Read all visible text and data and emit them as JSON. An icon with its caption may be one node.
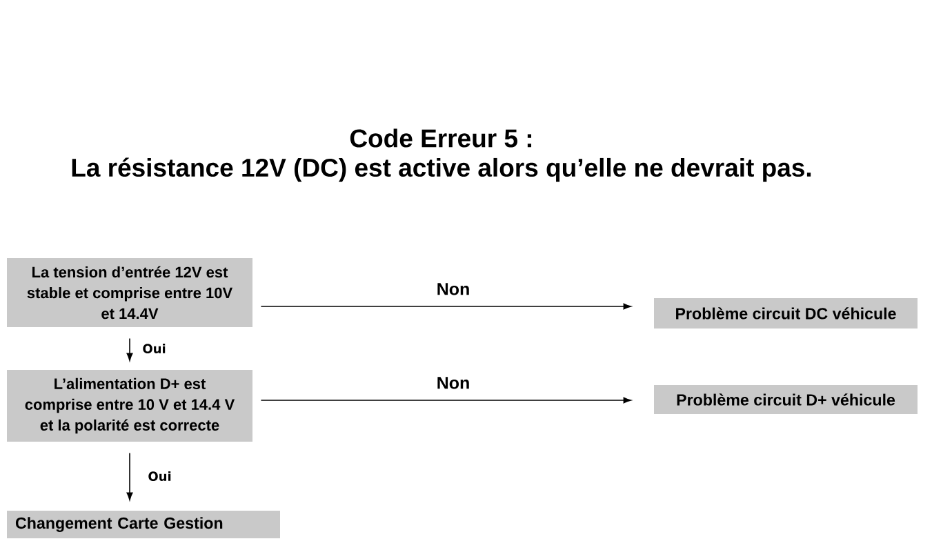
{
  "diagram": {
    "title": "Code Erreur 5 :",
    "nodes": [
      {
        "text": [
          "La tension d’entrée 12V est stable et comprise entre 10V et 14.4V"
        ]
      },
      {
        "text": [
          "L’alimentation D+ est comprise entre 10 V et 14.4 V et la polarité est correcte"
        ]
      },
      {
        "text": [
          "Changement Carte Gestion"
        ]
      },
      {
        "text": [
          "Problème circuit DC véhicule"
        ]
      },
      {
        "text": [
          "Problème circuit D+ véhicule"
        ]
      }
    ],
    "edges": [
      {
        "from": 0,
        "to": 3,
        "arrow": "to",
        "label": "Non"
      },
      {
        "from": 1,
        "to": 4,
        "arrow": "to",
        "label": "Non"
      },
      {
        "from": 0,
        "to": 1,
        "arrow": "to",
        "label": "Oui"
      },
      {
        "from": 1,
        "to": 2,
        "arrow": "to",
        "label": "Oui"
      }
    ],
    "labels": [
      "La résistance 12V (DC) est active alors qu’elle ne devrait pas."
    ]
  }
}
